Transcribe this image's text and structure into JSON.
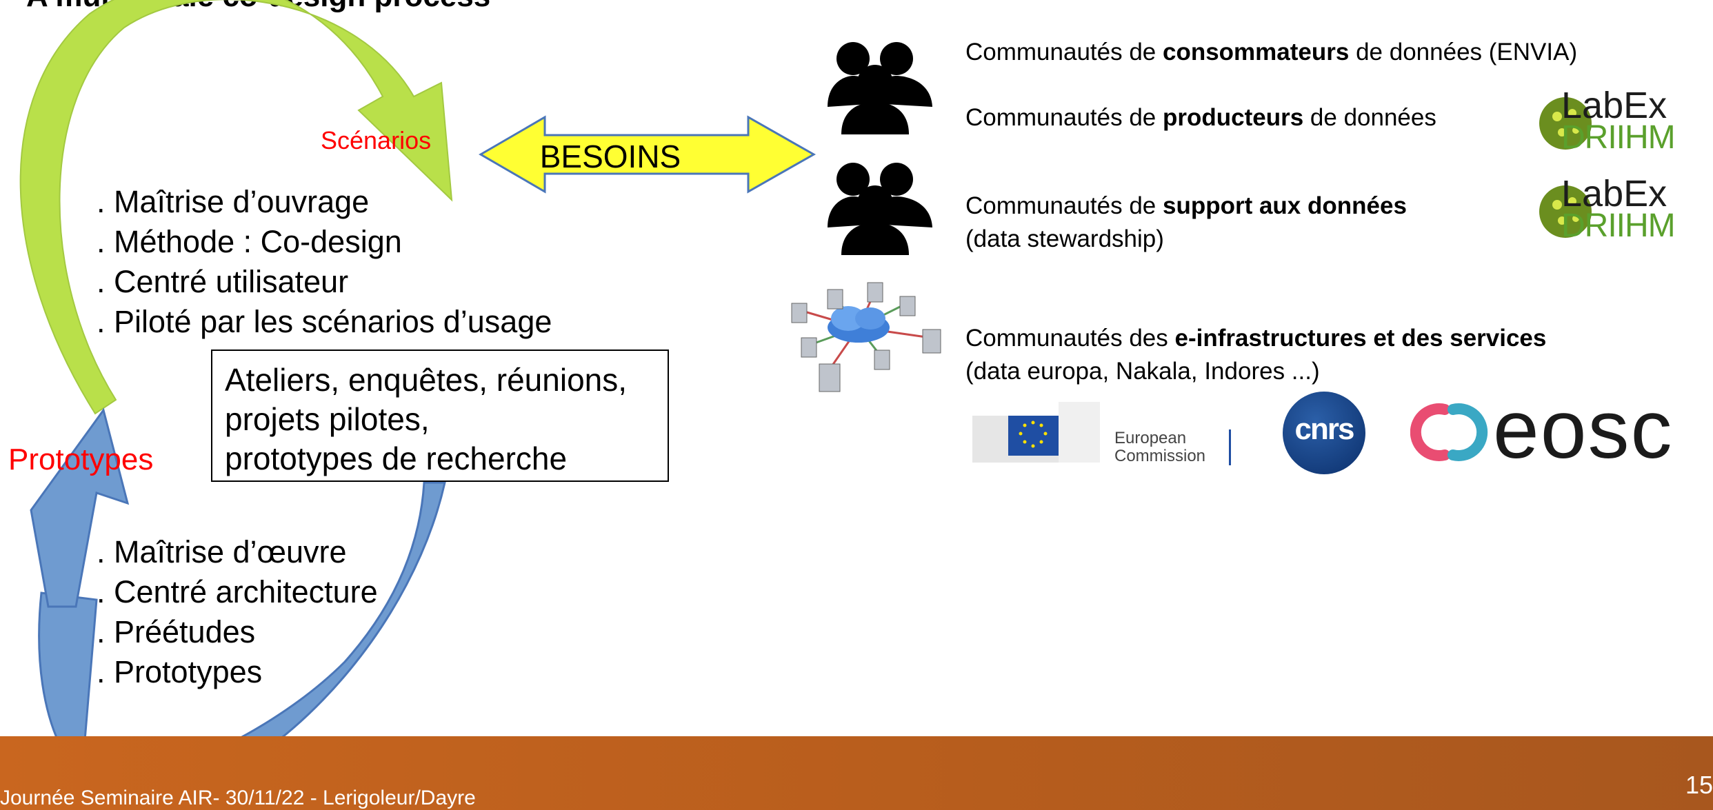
{
  "slide": {
    "title": "A multi-scale co-design process",
    "label_scenarios": "Scénarios",
    "label_prototypes": "Prototypes",
    "besoins": "BESOINS",
    "moa_items": [
      ". Maîtrise d’ouvrage",
      ". Méthode : Co-design",
      ". Centré utilisateur",
      ". Piloté par les scénarios d’usage"
    ],
    "methods_lines": [
      "Ateliers, enquêtes, réunions,",
      "projets pilotes,",
      "prototypes de recherche"
    ],
    "moe_items": [
      ". Maîtrise d’œuvre",
      ". Centré architecture",
      ". Préétudes",
      ". Prototypes"
    ],
    "communities": {
      "c1": {
        "pre": "Communautés de ",
        "bold": "consommateurs",
        "post": " de données (ENVIA)"
      },
      "c2": {
        "pre": "Communautés de ",
        "bold": "producteurs",
        "post": " de données"
      },
      "c3": {
        "pre": "Communautés de ",
        "bold": "support aux données",
        "line2": "(data stewardship)"
      },
      "c4": {
        "pre": "Communautés des ",
        "bold": "e-infrastructures et des services",
        "line2": "(data europa, Nakala, Indores ...)"
      }
    },
    "logos": {
      "labex_top": "LabEx",
      "labex_bottom": "DRIIHM",
      "ec_line1": "European",
      "ec_line2": "Commission",
      "cnrs": "cnrs",
      "eosc": "eosc"
    },
    "footer_text": "Journée Seminaire AIR- 30/11/22 - Lerigoleur/Dayre",
    "page_number": "15"
  },
  "colors": {
    "green_arrow": "#b9e04a",
    "blue_arrow": "#6f9bd0",
    "besoins_fill": "#ffff33",
    "besoins_stroke": "#4a76b8",
    "red": "#ff0000",
    "footer": "#b95e1d"
  }
}
